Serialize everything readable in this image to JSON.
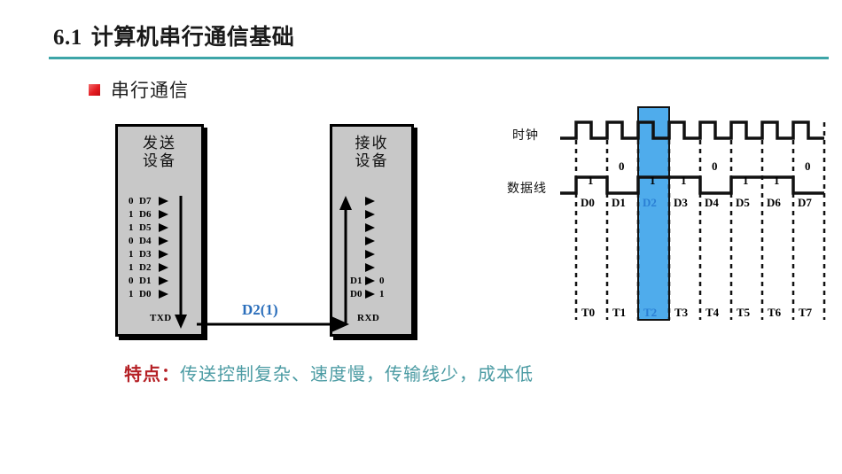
{
  "slide": {
    "title_number": "6.1",
    "title_text": "计算机串行通信基础",
    "bullet_label": "串行通信",
    "bullet_icon": "red-square-bullet"
  },
  "diagram": {
    "tx_device": {
      "title_line1": "发送",
      "title_line2": "设备",
      "port_label": "TXD",
      "bits": [
        {
          "value": "0",
          "label": "D7"
        },
        {
          "value": "1",
          "label": "D6"
        },
        {
          "value": "1",
          "label": "D5"
        },
        {
          "value": "0",
          "label": "D4"
        },
        {
          "value": "1",
          "label": "D3"
        },
        {
          "value": "1",
          "label": "D2"
        },
        {
          "value": "0",
          "label": "D1"
        },
        {
          "value": "1",
          "label": "D0"
        }
      ]
    },
    "rx_device": {
      "title_line1": "接收",
      "title_line2": "设备",
      "port_label": "RXD",
      "bits": [
        {
          "label": "",
          "value": ""
        },
        {
          "label": "",
          "value": ""
        },
        {
          "label": "",
          "value": ""
        },
        {
          "label": "",
          "value": ""
        },
        {
          "label": "",
          "value": ""
        },
        {
          "label": "",
          "value": ""
        },
        {
          "label": "D1",
          "value": "0"
        },
        {
          "label": "D0",
          "value": "1"
        }
      ]
    },
    "link_label": "D2(1)",
    "link_color": "#2a6ebb"
  },
  "timing": {
    "clock_label": "时钟",
    "data_label": "数据线",
    "highlight_color": "#4facec",
    "highlight_slot": "D2",
    "highlight_time": "T2",
    "slots": [
      {
        "bit": "D0",
        "value": "1",
        "time": "T0"
      },
      {
        "bit": "D1",
        "value": "0",
        "time": "T1"
      },
      {
        "bit": "D2",
        "value": "1",
        "time": "T2"
      },
      {
        "bit": "D3",
        "value": "1",
        "time": "T3"
      },
      {
        "bit": "D4",
        "value": "0",
        "time": "T4"
      },
      {
        "bit": "D5",
        "value": "1",
        "time": "T5"
      },
      {
        "bit": "D6",
        "value": "1",
        "time": "T6"
      },
      {
        "bit": "D7",
        "value": "0",
        "time": "T7"
      }
    ]
  },
  "caption": {
    "key": "特点：",
    "body": "传送控制复杂、速度慢，传输线少，成本低",
    "key_color": "#b52025",
    "body_color": "#4b9ba3"
  },
  "chart_data": {
    "type": "line",
    "title": "串行通信时序图",
    "xlabel": "",
    "ylabel": "",
    "categories": [
      "T0",
      "T1",
      "T2",
      "T3",
      "T4",
      "T5",
      "T6",
      "T7"
    ],
    "series": [
      {
        "name": "时钟",
        "values": [
          1,
          1,
          1,
          1,
          1,
          1,
          1,
          1
        ]
      },
      {
        "name": "数据线",
        "values": [
          1,
          0,
          1,
          1,
          0,
          1,
          1,
          0
        ]
      }
    ],
    "grid": true,
    "legend": "left"
  }
}
